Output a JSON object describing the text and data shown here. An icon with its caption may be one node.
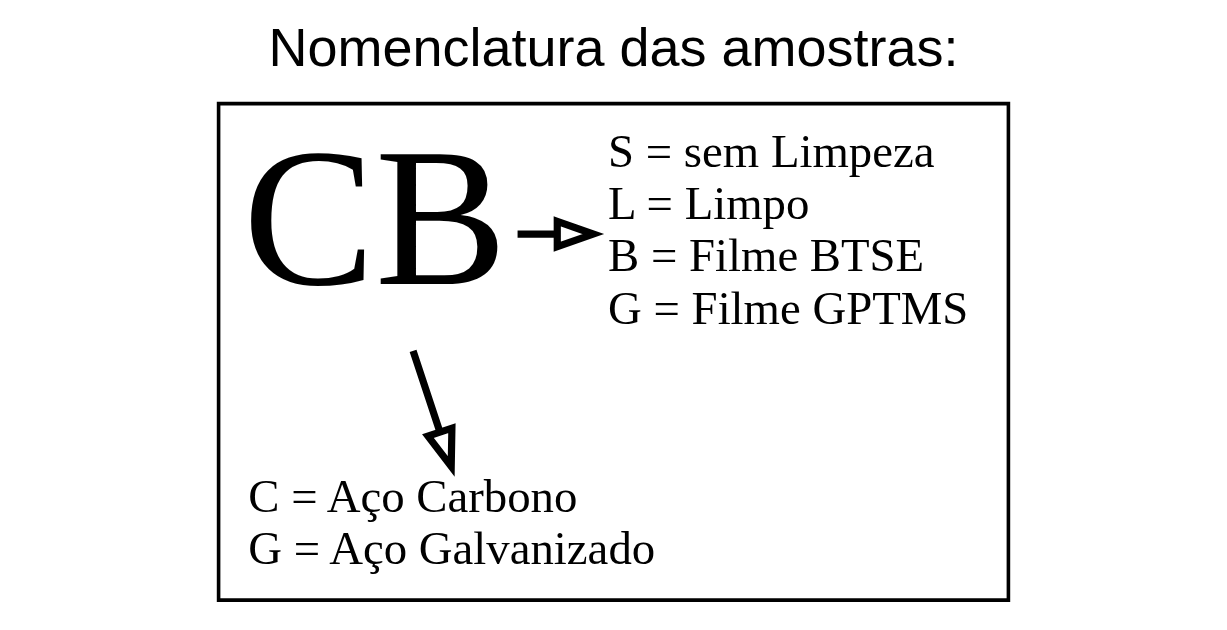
{
  "diagram": {
    "title": "Nomenclatura das amostras:",
    "nodes": [
      {
        "text": [],
        "shape": "box"
      },
      {
        "text": [
          "CB"
        ],
        "in": 0
      },
      {
        "text": [
          "S = sem Limpeza",
          "L = Limpo",
          "B = Filme BTSE",
          "G = Filme GPTMS"
        ],
        "in": 0
      },
      {
        "text": [
          "C = Aço Carbono",
          "G = Aço Galvanizado"
        ],
        "in": 0
      }
    ],
    "edges": [
      {
        "from": 1,
        "to": 2,
        "arrow": "to"
      },
      {
        "from": 1,
        "to": 3,
        "arrow": "to"
      }
    ]
  }
}
